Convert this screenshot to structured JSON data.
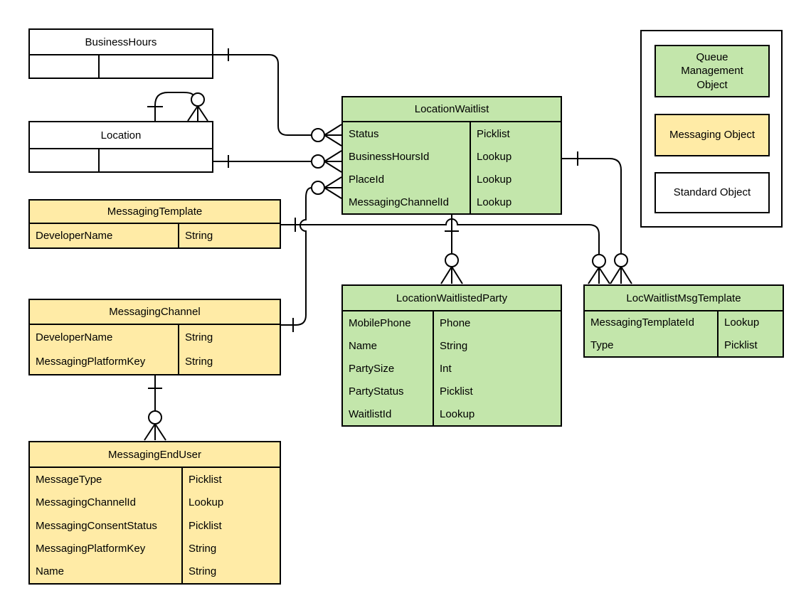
{
  "diagram": {
    "entities": {
      "businessHours": {
        "title": "BusinessHours",
        "category": "standard",
        "fields": [
          {
            "name": "",
            "type": ""
          }
        ]
      },
      "location": {
        "title": "Location",
        "category": "standard",
        "fields": [
          {
            "name": "",
            "type": ""
          }
        ]
      },
      "locationWaitlist": {
        "title": "LocationWaitlist",
        "category": "queue-management",
        "fields": [
          {
            "name": "Status",
            "type": "Picklist"
          },
          {
            "name": "BusinessHoursId",
            "type": "Lookup"
          },
          {
            "name": "PlaceId",
            "type": "Lookup"
          },
          {
            "name": "MessagingChannelId",
            "type": "Lookup"
          }
        ]
      },
      "locationWaitlistedParty": {
        "title": "LocationWaitlistedParty",
        "category": "queue-management",
        "fields": [
          {
            "name": "MobilePhone",
            "type": "Phone"
          },
          {
            "name": "Name",
            "type": "String"
          },
          {
            "name": "PartySize",
            "type": "Int"
          },
          {
            "name": "PartyStatus",
            "type": "Picklist"
          },
          {
            "name": "WaitlistId",
            "type": "Lookup"
          }
        ]
      },
      "locWaitlistMsgTemplate": {
        "title": "LocWaitlistMsgTemplate",
        "category": "queue-management",
        "fields": [
          {
            "name": "MessagingTemplateId",
            "type": "Lookup"
          },
          {
            "name": "Type",
            "type": "Picklist"
          }
        ]
      },
      "messagingTemplate": {
        "title": "MessagingTemplate",
        "category": "messaging",
        "fields": [
          {
            "name": "DeveloperName",
            "type": "String"
          }
        ]
      },
      "messagingChannel": {
        "title": "MessagingChannel",
        "category": "messaging",
        "fields": [
          {
            "name": "DeveloperName",
            "type": "String"
          },
          {
            "name": "MessagingPlatformKey",
            "type": "String"
          }
        ]
      },
      "messagingEndUser": {
        "title": "MessagingEndUser",
        "category": "messaging",
        "fields": [
          {
            "name": "MessageType",
            "type": "Picklist"
          },
          {
            "name": "MessagingChannelId",
            "type": "Lookup"
          },
          {
            "name": "MessagingConsentStatus",
            "type": "Picklist"
          },
          {
            "name": "MessagingPlatformKey",
            "type": "String"
          },
          {
            "name": "Name",
            "type": "String"
          }
        ]
      }
    },
    "legend": {
      "items": [
        {
          "label": "Queue\nManagement\nObject",
          "fill": "#c3e6ab"
        },
        {
          "label": "Messaging Object",
          "fill": "#ffeba6"
        },
        {
          "label": "Standard Object",
          "fill": "#ffffff"
        }
      ]
    },
    "colors": {
      "queue_management": "#c3e6ab",
      "messaging": "#ffeba6",
      "standard": "#ffffff",
      "line": "#000000"
    },
    "relationships": [
      {
        "from": "BusinessHours",
        "to": "LocationWaitlist",
        "from_cardinality": "one",
        "to_cardinality": "zero-or-many"
      },
      {
        "from": "Location",
        "to": "LocationWaitlist",
        "from_cardinality": "one",
        "to_cardinality": "zero-or-many"
      },
      {
        "from": "Location",
        "to": "Location",
        "from_cardinality": "one",
        "to_cardinality": "zero-or-many"
      },
      {
        "from": "MessagingChannel",
        "to": "LocationWaitlist",
        "from_cardinality": "one",
        "to_cardinality": "zero-or-many"
      },
      {
        "from": "MessagingTemplate",
        "to": "LocWaitlistMsgTemplate",
        "from_cardinality": "one",
        "to_cardinality": "zero-or-many"
      },
      {
        "from": "LocationWaitlist",
        "to": "LocWaitlistMsgTemplate",
        "from_cardinality": "one",
        "to_cardinality": "zero-or-many"
      },
      {
        "from": "LocationWaitlist",
        "to": "LocationWaitlistedParty",
        "from_cardinality": "one",
        "to_cardinality": "zero-or-many"
      },
      {
        "from": "MessagingChannel",
        "to": "MessagingEndUser",
        "from_cardinality": "one",
        "to_cardinality": "zero-or-many"
      }
    ]
  }
}
